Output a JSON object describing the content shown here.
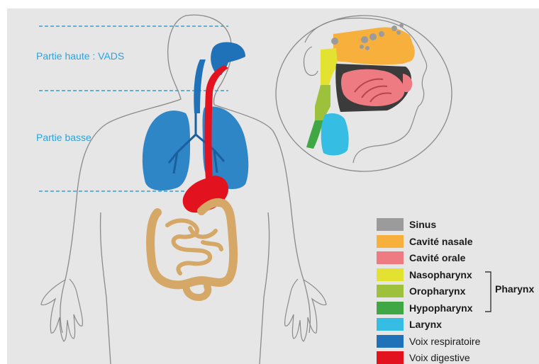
{
  "regions": {
    "upper": "Partie haute : VADS",
    "lower": "Partie basse"
  },
  "legend": [
    {
      "label": "Sinus",
      "color": "#9b9b9b",
      "bold": true
    },
    {
      "label": "Cavité nasale",
      "color": "#f7b03c",
      "bold": true
    },
    {
      "label": "Cavité orale",
      "color": "#ee7b82",
      "bold": true
    },
    {
      "label": "Nasopharynx",
      "color": "#e3e231",
      "bold": true
    },
    {
      "label": "Oropharynx",
      "color": "#9dc13a",
      "bold": true
    },
    {
      "label": "Hypopharynx",
      "color": "#3fa845",
      "bold": true
    },
    {
      "label": "Larynx",
      "color": "#35bde4",
      "bold": true
    },
    {
      "label": "Voix respiratoire",
      "color": "#1f72b8",
      "bold": false
    },
    {
      "label": "Voix digestive",
      "color": "#e2131f",
      "bold": false
    }
  ],
  "group_label": "Pharynx",
  "colors": {
    "outline": "#8a8a8a",
    "lungs": "#2e86c7",
    "airway": "#1f72b8",
    "digestive": "#e2131f",
    "intestine": "#d5a867",
    "dashed_line": "#2aa3e0"
  }
}
